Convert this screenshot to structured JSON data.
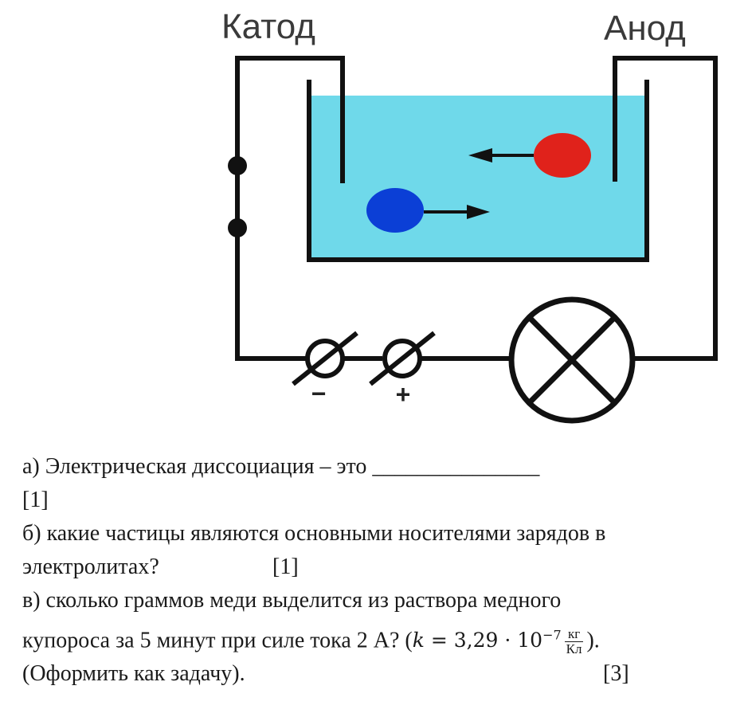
{
  "diagram": {
    "cathode_label": "Катод",
    "anode_label": "Анод",
    "minus_sign": "−",
    "plus_sign": "+",
    "colors": {
      "electrolyte": "#6fd9ea",
      "wire": "#111111",
      "positive_ion": "#e0221b",
      "negative_ion": "#0b3fd6"
    },
    "icons": [
      "lamp-icon",
      "terminal-icon",
      "ion-icon",
      "arrow-icon"
    ]
  },
  "questions": {
    "a": {
      "text": "а) Электрическая диссоциация – это _______________",
      "mark": "[1]"
    },
    "b": {
      "line1": "б) какие частицы являются основными носителями зарядов в",
      "line2": "электролитах?",
      "mark": "[1]"
    },
    "c": {
      "line1": "в) сколько граммов меди выделится из раствора медного",
      "line2_prefix": "купороса за 5 минут при силе тока 2 А? (",
      "formula_var": "k",
      "formula_eq": " = 3,29 · 10",
      "formula_exp": "−7",
      "unit_num": "кг",
      "unit_den": "Кл",
      "line2_suffix": ").",
      "line3": "(Оформить как задачу).",
      "mark": "[3]"
    }
  }
}
